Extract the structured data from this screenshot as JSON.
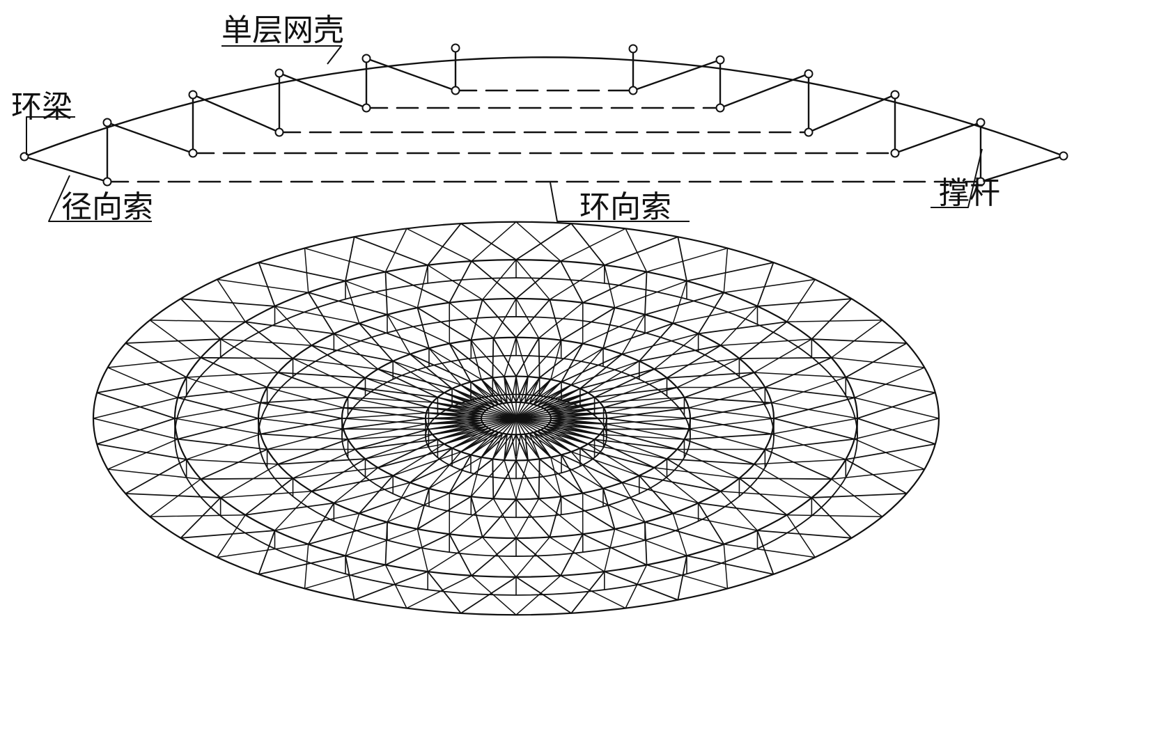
{
  "labels": {
    "single_layer_shell": "单层网壳",
    "ring_beam": "环梁",
    "radial_cable": "径向索",
    "hoop_cable": "环向索",
    "strut": "撑杆"
  },
  "colors": {
    "line": "#111111",
    "background": "#ffffff"
  }
}
